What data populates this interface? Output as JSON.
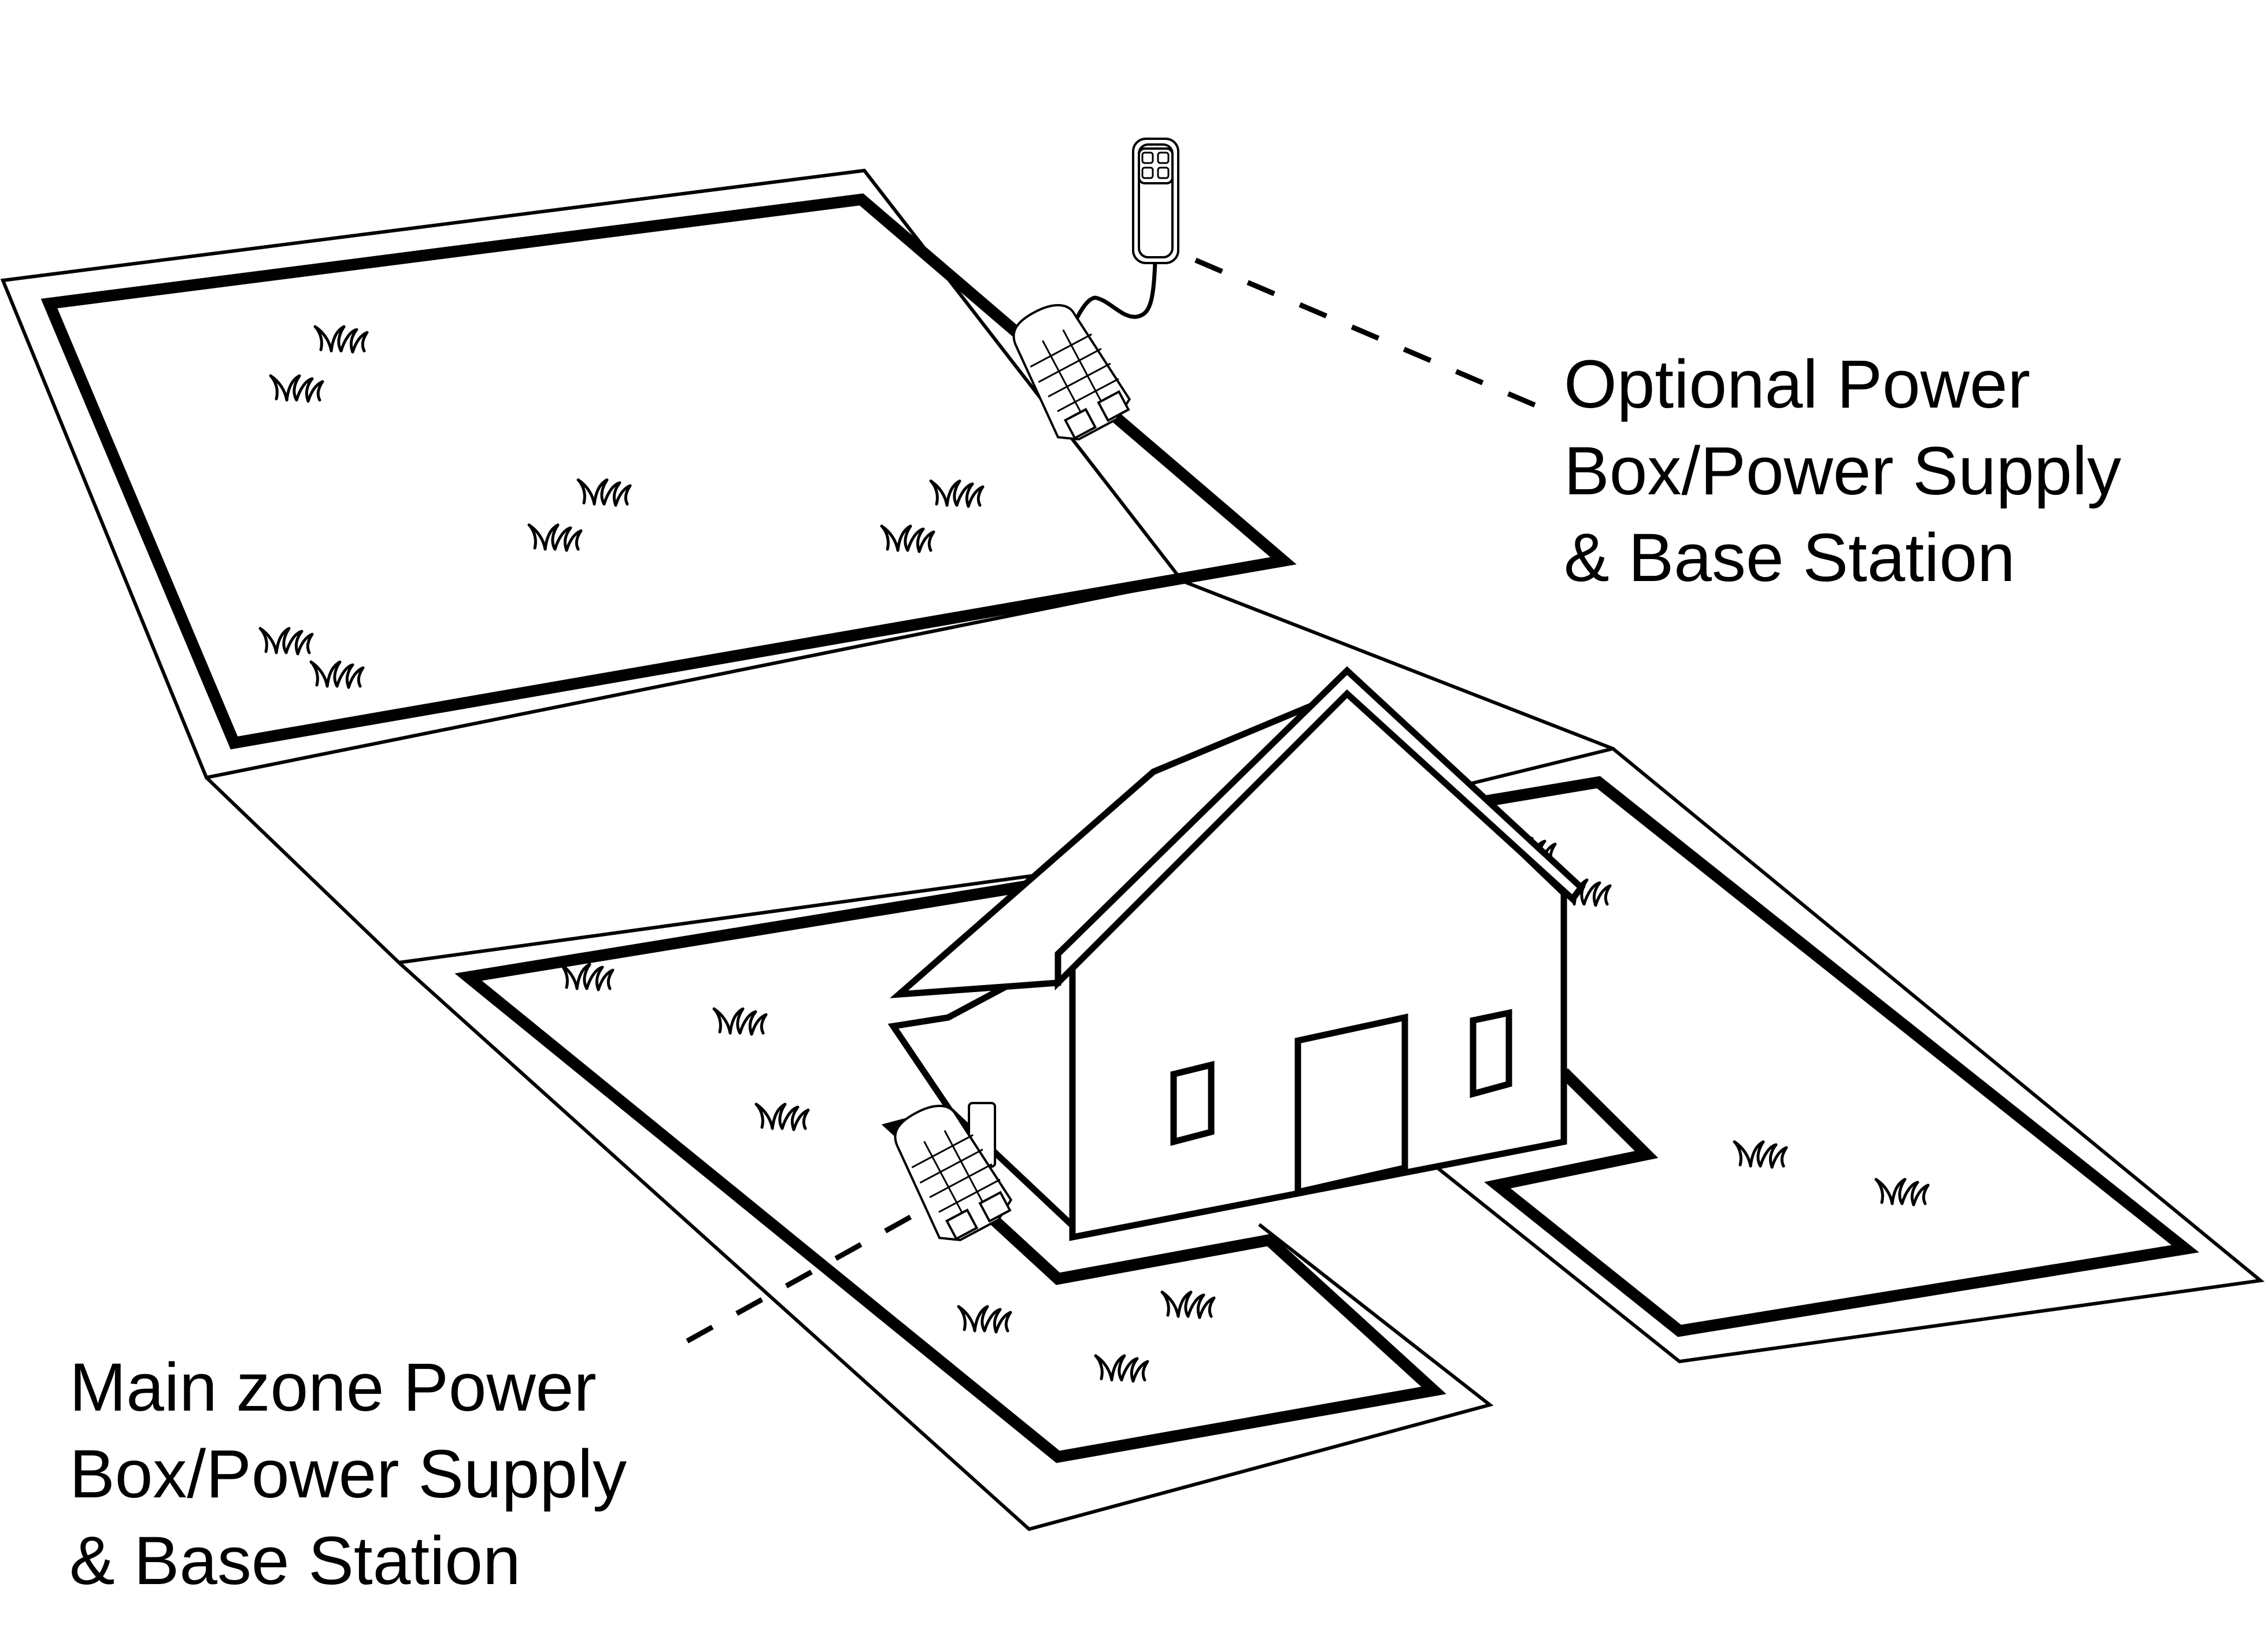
{
  "diagram": {
    "title": "Robotic mower multi-zone installation layout",
    "components": [
      "perimeter boundary wire",
      "house",
      "main zone base station",
      "optional base station",
      "power box / power supply",
      "grass"
    ],
    "labels": {
      "optional_station": {
        "lines": [
          "Optional Power",
          "Box/Power Supply",
          "& Base Station"
        ]
      },
      "main_station": {
        "lines": [
          "Main zone Power",
          "Box/Power Supply",
          "& Base Station"
        ]
      }
    },
    "colors": {
      "line": "#000000",
      "background": "#ffffff"
    }
  }
}
